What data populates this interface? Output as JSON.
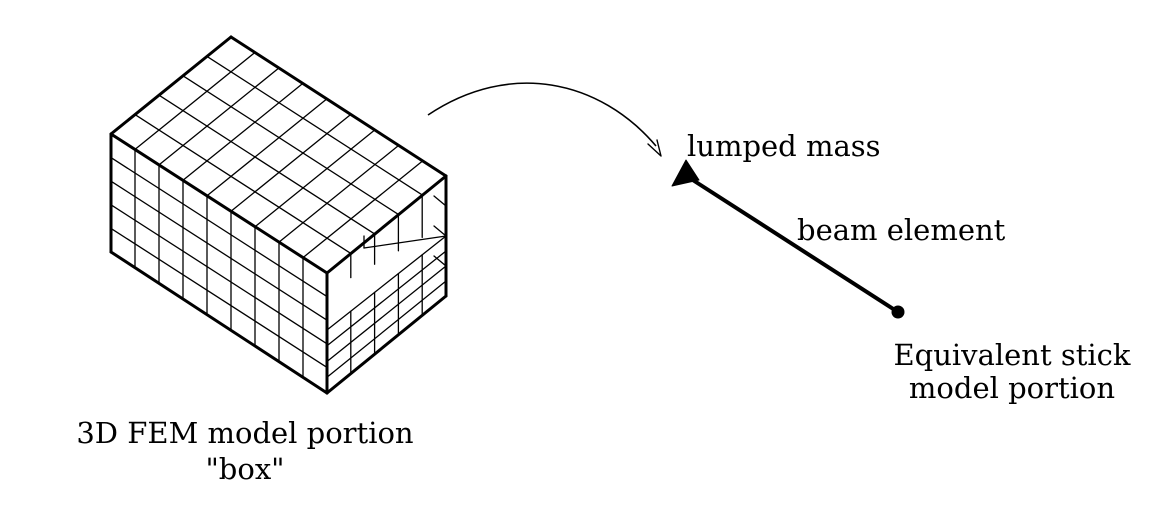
{
  "box_model": {
    "caption_line1": "3D FEM model portion",
    "caption_line2": "\"box\""
  },
  "stick_model": {
    "lumped_mass_label": "lumped mass",
    "beam_label": "beam element",
    "caption_line1": "Equivalent stick",
    "caption_line2": "model portion"
  },
  "colors": {
    "ink": "#000000",
    "background": "#ffffff"
  }
}
